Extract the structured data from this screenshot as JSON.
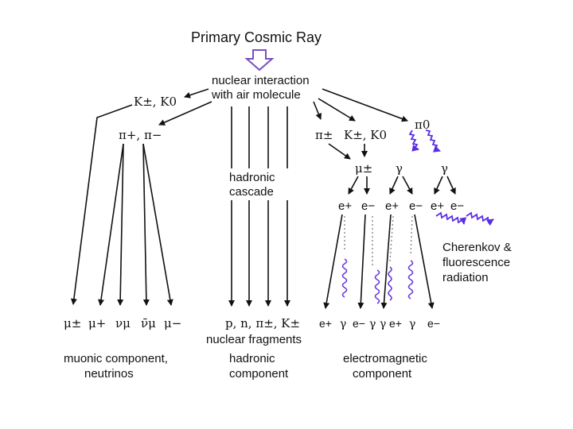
{
  "title": "Primary Cosmic Ray",
  "interaction": {
    "line1": "nuclear interaction",
    "line2": "with air molecule"
  },
  "labels": {
    "kaons_left": "K±, K0",
    "pions_left": "π+, π−",
    "pions_mid": "π±",
    "kaons_mid": "K±, K0",
    "pion0": "π0",
    "muon_mid": "μ±",
    "gamma_left": "γ",
    "gamma_right": "γ",
    "ep1": "e+",
    "em1": "e−",
    "ep2": "e+",
    "em2": "e−",
    "ep3": "e+",
    "em3": "e−",
    "hadronic_cascade_1": "hadronic",
    "hadronic_cascade_2": "cascade",
    "cherenkov_1": "Cherenkov &",
    "cherenkov_2": "fluorescence",
    "cherenkov_3": "radiation"
  },
  "bottom_particles": {
    "muonic": [
      "μ±",
      "μ+",
      "νμ",
      "ν̄μ",
      "μ−"
    ],
    "hadronic": "p, n, π±, K±",
    "em": [
      "e+",
      "γ",
      "e−",
      "γ",
      "γ",
      "e+",
      "γ",
      "e−"
    ]
  },
  "components": {
    "muonic_1": "muonic component,",
    "muonic_2": "neutrinos",
    "hadronic_0": "nuclear fragments",
    "hadronic_1": "hadronic",
    "hadronic_2": "component",
    "em_1": "electromagnetic",
    "em_2": "component"
  },
  "colors": {
    "wave": "#6a3bd8",
    "primary_arrow": "#7a4fc4"
  }
}
